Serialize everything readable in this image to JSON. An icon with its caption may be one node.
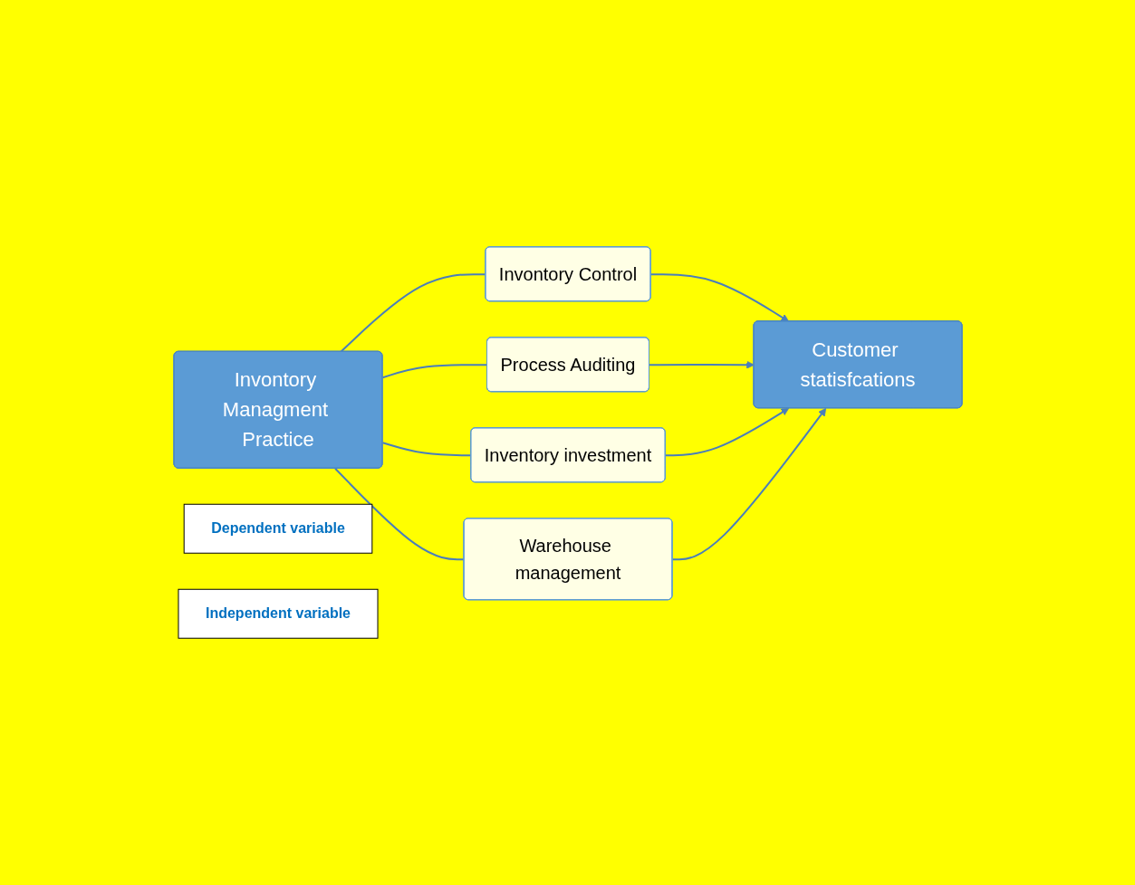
{
  "diagram": {
    "nodes": [
      {
        "text": [
          "Invontory Managment Practice"
        ]
      },
      {
        "text": [
          "Invontory Control"
        ]
      },
      {
        "text": [
          "Process Auditing"
        ]
      },
      {
        "text": [
          "Inventory investment"
        ]
      },
      {
        "text": [
          "Warehouse management"
        ]
      },
      {
        "text": [
          "Customer statisfcations"
        ]
      },
      {
        "text": [
          "Dependent variable"
        ]
      },
      {
        "text": [
          "Independent variable"
        ]
      }
    ],
    "edges": [
      {
        "from": 0,
        "to": 1,
        "arrow": "none"
      },
      {
        "from": 0,
        "to": 2,
        "arrow": "none"
      },
      {
        "from": 0,
        "to": 3,
        "arrow": "none"
      },
      {
        "from": 0,
        "to": 4,
        "arrow": "none"
      },
      {
        "from": 1,
        "to": 5,
        "arrow": "to"
      },
      {
        "from": 2,
        "to": 5,
        "arrow": "to"
      },
      {
        "from": 3,
        "to": 5,
        "arrow": "to"
      },
      {
        "from": 4,
        "to": 5,
        "arrow": "to"
      }
    ]
  }
}
